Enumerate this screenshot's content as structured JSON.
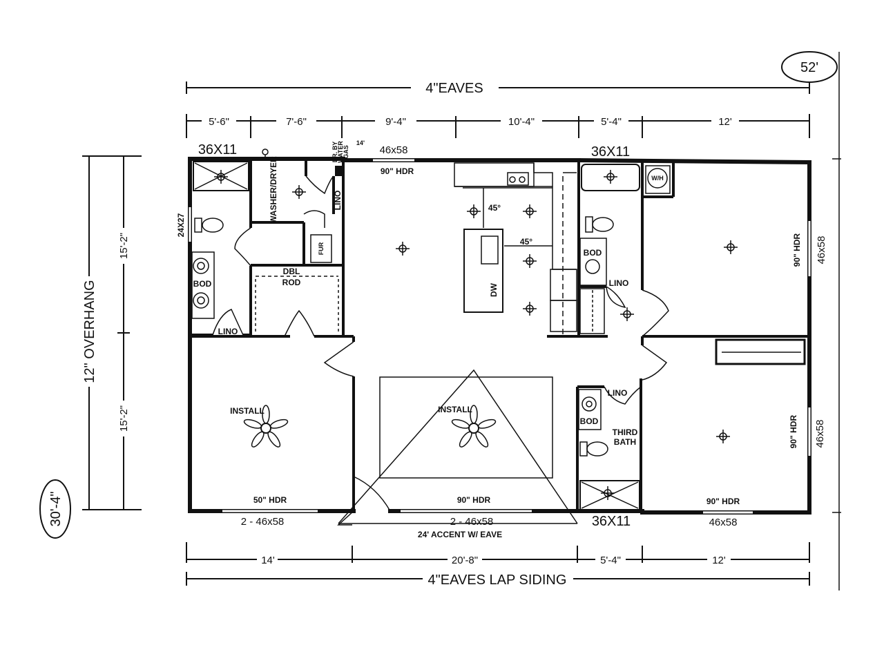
{
  "badges": {
    "width": "52'",
    "depth": "30'-4\""
  },
  "top": {
    "eaves": "4\"EAVES",
    "segments": [
      "5'-6\"",
      "7'-6\"",
      "9'-4\"",
      "10'-4\"",
      "5'-4\"",
      "12'"
    ]
  },
  "bottom": {
    "eaves": "4\"EAVES LAP SIDING",
    "segments": [
      "14'",
      "20'-8\"",
      "5'-4\"",
      "12'"
    ],
    "accent": "24' ACCENT W/ EAVE"
  },
  "left": {
    "overhang": "12\" OVERHANG",
    "upper": "15'-2\"",
    "lower": "15'-2\""
  },
  "windows": {
    "top_bath_left": "36X11",
    "top_bath_right": "36X11",
    "bottom_bath": "36X11",
    "kitchen": "46x58",
    "kitchen_hdr": "90\" HDR",
    "left_side": "24X27",
    "right_upper": "46x58",
    "right_upper_hdr": "90\" HDR",
    "right_lower": "46x58",
    "right_lower_hdr": "90\" HDR",
    "bed_left": "2 - 46x58",
    "bed_left_hdr": "50\" HDR",
    "living": "2 - 46x58",
    "living_hdr": "90\" HDR",
    "bed_right": "46x58",
    "bed_right_hdr": "90\" HDR"
  },
  "labels": {
    "washer_dryer": "WASHER/DRYER",
    "lino_utility": "LINO",
    "utility_note_1": "DR. BY",
    "utility_note_2": "WATER",
    "utility_note_3": "GAS",
    "utility_dim": "14'",
    "furnace": "FUR",
    "dbl_rod_1": "DBL",
    "dbl_rod_2": "ROD",
    "bod_left": "BOD",
    "lino_left": "LINO",
    "angle_1": "45°",
    "angle_2": "45°",
    "dw": "DW",
    "wh": "W/H",
    "bod_right": "BOD",
    "lino_right": "LINO",
    "bod_third": "BOD",
    "lino_third": "LINO",
    "third_bath_1": "THIRD",
    "third_bath_2": "BATH",
    "install_left": "INSTALL",
    "install_center": "INSTALL"
  }
}
